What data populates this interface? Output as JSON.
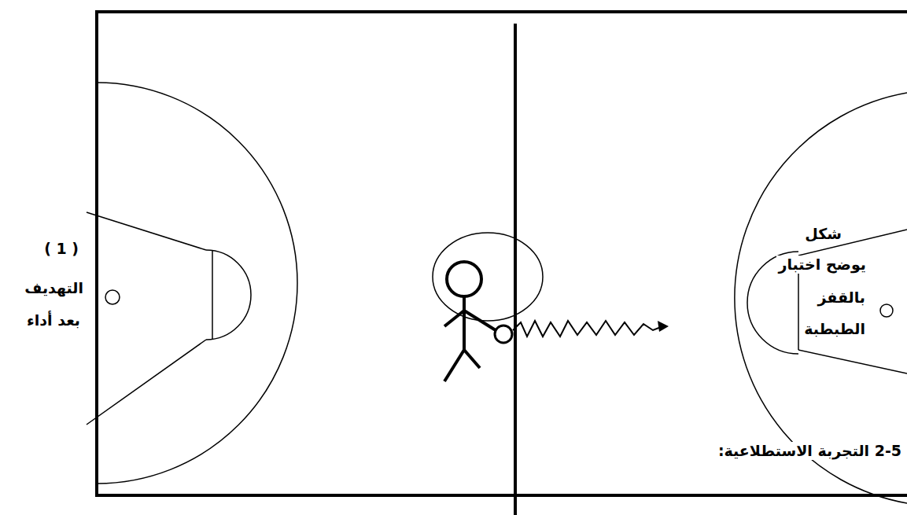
{
  "diagram": {
    "labels": [
      "( 1 )",
      "التهديف",
      "بعد أداء",
      "شكل",
      "يوضح اختبار",
      "بالقفز",
      "الطبطبة",
      "2-5 التجربة الاستطلاعية:"
    ]
  }
}
